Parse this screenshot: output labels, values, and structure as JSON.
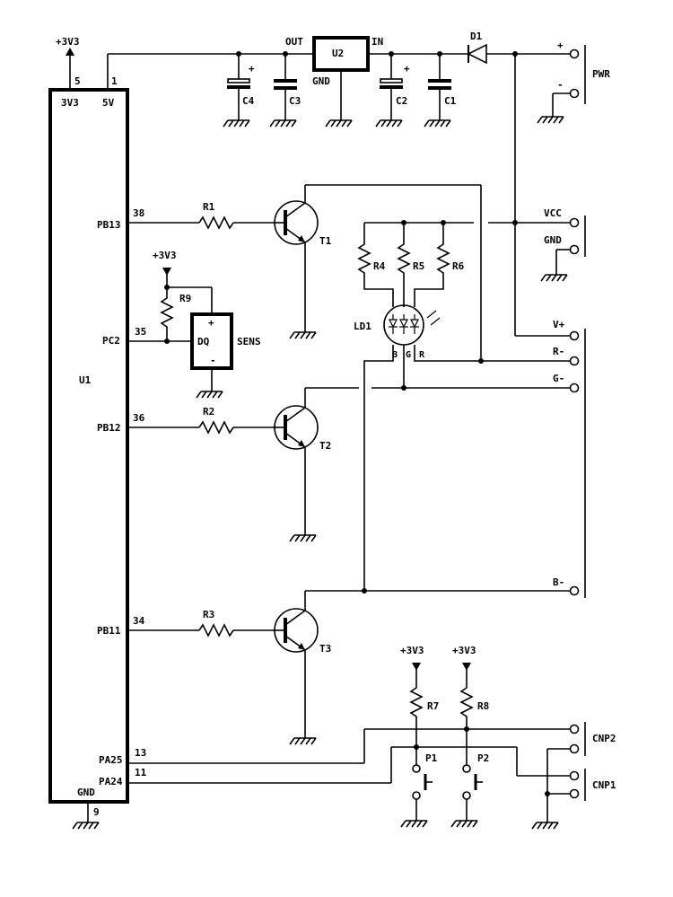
{
  "labels": {
    "plus3v3_top": "+3V3",
    "pin5": "5",
    "pin1": "1",
    "u1_3v3": "3V3",
    "u1_5v": "5V",
    "u1": "U1",
    "u1_gnd": "GND",
    "pin9": "9",
    "out": "OUT",
    "in": "IN",
    "u2": "U2",
    "u2_gnd": "GND",
    "d1": "D1",
    "c4": "C4",
    "c3": "C3",
    "c2": "C2",
    "c1": "C1",
    "plus_c4": "+",
    "plus_c2": "+",
    "pwr": "PWR",
    "pwr_plus": "+",
    "pwr_minus": "-",
    "pb13": "PB13",
    "pin38": "38",
    "r1": "R1",
    "t1": "T1",
    "plus3v3_sens": "+3V3",
    "r9": "R9",
    "pc2": "PC2",
    "pin35": "35",
    "dq": "DQ",
    "sens": "SENS",
    "sens_plus": "+",
    "sens_minus": "-",
    "pb12": "PB12",
    "pin36": "36",
    "r2": "R2",
    "t2": "T2",
    "pb11": "PB11",
    "pin34": "34",
    "r3": "R3",
    "t3": "T3",
    "r4": "R4",
    "r5": "R5",
    "r6": "R6",
    "ld1": "LD1",
    "led_b": "B",
    "led_g": "G",
    "led_r": "R",
    "vcc": "VCC",
    "gnd_conn": "GND",
    "vplus": "V+",
    "rminus": "R-",
    "gminus": "G-",
    "bminus": "B-",
    "pa25": "PA25",
    "pin13": "13",
    "pa24": "PA24",
    "pin11": "11",
    "plus3v3_r7": "+3V3",
    "plus3v3_r8": "+3V3",
    "r7": "R7",
    "r8": "R8",
    "p1": "P1",
    "p2": "P2",
    "cnp2": "CNP2",
    "cnp1": "CNP1"
  }
}
